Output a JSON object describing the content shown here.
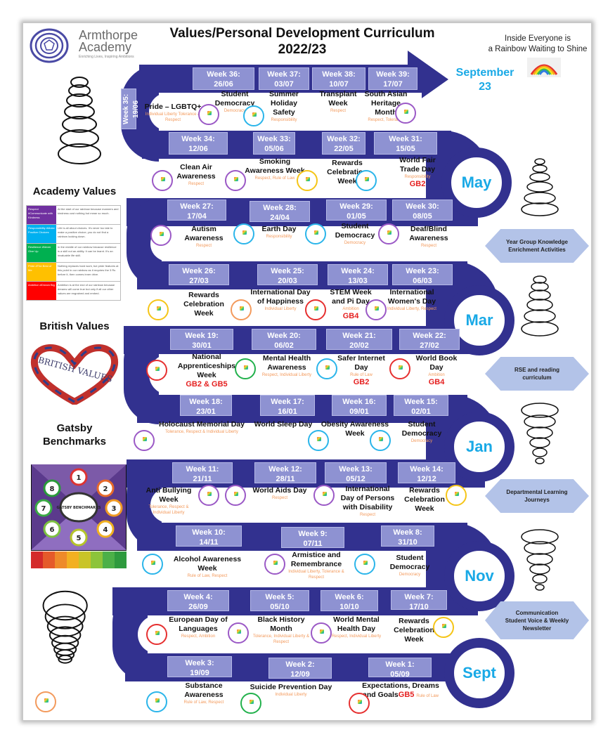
{
  "header": {
    "school_name_line1": "Armthorpe",
    "school_name_line2": "Academy",
    "school_tagline": "Enriching Lives, Inspiring Ambitions",
    "title_line1": "Values/Personal Development Curriculum",
    "title_line2": "2022/23",
    "motto_line1": "Inside Everyone is",
    "motto_line2": "a Rainbow Waiting to Shine",
    "end_label_line1": "September",
    "end_label_line2": "23"
  },
  "sidebar": {
    "academy_values_heading": "Academy Values",
    "academy_values": [
      {
        "label": "Respect #Communicate with Kindness",
        "text": "At the start of our rainbow because manners and kindness cost nothing but mean so much.",
        "color": "#7030a0"
      },
      {
        "label": "Responsibility #Make Positive Choices",
        "text": "Life is all about choices. It's never too late to make a positive choice; you do not find a rainbow looking down.",
        "color": "#00b0f0"
      },
      {
        "label": "Resilience #Never Give Up",
        "text": "In the middle of our rainbow because resilience is a skill not an ability. It can be learnt. It's an invaluable life skill.",
        "color": "#00b050"
      },
      {
        "label": "Pride #The Best of Me",
        "text": "Nothing replaces hard work, but pride features at this point in our rainbow as it requires the 3 Rs before it, then comes inner drive.",
        "color": "#ffc000"
      },
      {
        "label": "Ambition #Dream Big",
        "text": "Ambition is at the end of our rainbow because dreams will come true but only if all our other values are engrained and embed.",
        "color": "#ff0000"
      }
    ],
    "british_values_heading": "British Values",
    "british_values_image_text": "BRITISH VALUES",
    "gatsby_heading_line1": "Gatsby",
    "gatsby_heading_line2": "Benchmarks",
    "gatsby_center_text": "GATSBY BENCHMARKS",
    "gatsby_numbers": [
      "1",
      "2",
      "3",
      "4",
      "5",
      "6",
      "7",
      "8"
    ]
  },
  "months": {
    "may": "May",
    "mar": "Mar",
    "jan": "Jan",
    "nov": "Nov",
    "sept": "Sept"
  },
  "strands": [
    "Year Group Knowledge Enrichment Activities",
    "RSE and reading curriculum",
    "Departmental Learning Journeys",
    "Communication Student Voice & Weekly Newsletter"
  ],
  "weeks": {
    "w1": "Week 1:\n05/09",
    "w2": "Week 2:\n12/09",
    "w3": "Week 3:\n19/09",
    "w4": "Week 4:\n26/09",
    "w5": "Week 5:\n05/10",
    "w6": "Week 6:\n10/10",
    "w7": "Week 7:\n17/10",
    "w8": "Week 8:\n31/10",
    "w9": "Week 9:\n07/11",
    "w10": "Week 10:\n14/11",
    "w11": "Week 11:\n21/11",
    "w12": "Week 12:\n28/11",
    "w13": "Week 13:\n05/12",
    "w14": "Week 14:\n12/12",
    "w15": "Week 15:\n02/01",
    "w16": "Week 16:\n09/01",
    "w17": "Week 17:\n16/01",
    "w18": "Week 18:\n23/01",
    "w19": "Week 19:\n30/01",
    "w20": "Week 20:\n06/02",
    "w21": "Week 21:\n20/02",
    "w22": "Week 22:\n27/02",
    "w23": "Week 23:\n06/03",
    "w24": "Week 24:\n13/03",
    "w25": "Week 25:\n20/03",
    "w26": "Week 26:\n27/03",
    "w27": "Week 27:\n17/04",
    "w28": "Week 28:\n24/04",
    "w29": "Week 29:\n01/05",
    "w30": "Week 30:\n08/05",
    "w31": "Week 31:\n15/05",
    "w32": "Week 32:\n22/05",
    "w33": "Week 33:\n05/06",
    "w34": "Week 34:\n12/06",
    "w35": "Week 35:\n19/06",
    "w36": "Week 36:\n26/06",
    "w37": "Week 37:\n03/07",
    "w38": "Week 38:\n10/07",
    "w39": "Week 39:\n17/07"
  },
  "events": {
    "e1": {
      "title": "Expectations, Dreams and Goals",
      "values": "Rule of Law",
      "gatsby": "GB5"
    },
    "e2": {
      "title": "Suicide Prevention Day",
      "values": "Individual Liberty"
    },
    "e3": {
      "title": "Substance Awareness",
      "values": "Rule of Law, Respect"
    },
    "e4": {
      "title": "European Day of Languages",
      "values": "Respect, Ambition"
    },
    "e5": {
      "title": "Black History Month",
      "values": "Tolerance, Individual Liberty & Respect"
    },
    "e6": {
      "title": "World Mental Health Day",
      "values": "Respect, Individual Liberty"
    },
    "e7": {
      "title": "Rewards Celebration Week"
    },
    "e8": {
      "title": "Student Democracy",
      "values": "Democracy"
    },
    "e9": {
      "title": "Armistice and Remembrance",
      "values": "Individual Liberty, Tolerance & Respect"
    },
    "e10": {
      "title": "Alcohol Awareness Week",
      "values": "Rule of Law, Respect"
    },
    "e11": {
      "title": "Anti Bullying Week",
      "values": "Tolerance, Respect & Individual Liberty"
    },
    "e12": {
      "title": "World Aids Day",
      "values": "Respect"
    },
    "e13": {
      "title": "International Day of Persons with Disability",
      "values": "Respect"
    },
    "e14": {
      "title": "Rewards Celebration Week"
    },
    "e15": {
      "title": "Student Democracy",
      "values": "Democracy"
    },
    "e16": {
      "title": "Obesity Awareness Week"
    },
    "e17": {
      "title": "World Sleep Day"
    },
    "e18": {
      "title": "Holocaust Memorial Day",
      "values": "Tolerance, Respect & Individual Liberty"
    },
    "e19": {
      "title": "National Apprenticeships Week",
      "gatsby": "GB2 & GB5"
    },
    "e20": {
      "title": "Mental Health Awareness",
      "values": "Respect, Individual Liberty"
    },
    "e21": {
      "title": "Safer Internet Day",
      "values": "Rule of Law",
      "gatsby": "GB2"
    },
    "e22": {
      "title": "World Book Day",
      "values": "Ambition",
      "gatsby": "GB4"
    },
    "e23": {
      "title": "International Women's Day",
      "values": "Individual Liberty, Respect"
    },
    "e24": {
      "title": "STEM Week and Pi Day",
      "values": "Ambition",
      "gatsby": "GB4"
    },
    "e25": {
      "title": "International Day of Happiness",
      "values": "Individual Liberty"
    },
    "e26": {
      "title": "Rewards Celebration Week"
    },
    "e27": {
      "title": "Autism Awareness",
      "values": "Respect"
    },
    "e28": {
      "title": "Earth Day",
      "values": "Responsibility"
    },
    "e29": {
      "title": "Student Democracy",
      "values": "Democracy"
    },
    "e30": {
      "title": "Deaf/Blind Awareness",
      "values": "Respect"
    },
    "e31": {
      "title": "World Fair Trade Day",
      "values": "Responsibility",
      "gatsby": "GB2"
    },
    "e32": {
      "title": "Rewards Celebration Week"
    },
    "e33": {
      "title": "Smoking Awareness Week",
      "values": "Respect, Rule of Law"
    },
    "e34": {
      "title": "Clean Air Awareness",
      "values": "Respect"
    },
    "e35": {
      "title": "Pride – LGBTQ+",
      "values": "Individual Liberty Tolerance & Respect"
    },
    "e36": {
      "title": "Student Democracy",
      "values": "Democracy"
    },
    "e37": {
      "title": "Summer Holiday Safety",
      "values": "Responsibility"
    },
    "e38": {
      "title": "Transplant Week",
      "values": "Respect"
    },
    "e39": {
      "title": "South Asian Heritage Month",
      "values": "Respect, Tolerance"
    }
  },
  "colors": {
    "road": "#32318f",
    "week_box": "#8e92d2",
    "month_text": "#19a9e6",
    "value_text": "#f39a5c",
    "gatsby_text": "#e52020",
    "strand_hex": "#b3c3e8",
    "badge_respect": "#9b59c6",
    "badge_responsibility": "#2bb5ea",
    "badge_resilience": "#22b14c",
    "badge_pride": "#f5c518",
    "badge_ambition": "#e63030"
  }
}
